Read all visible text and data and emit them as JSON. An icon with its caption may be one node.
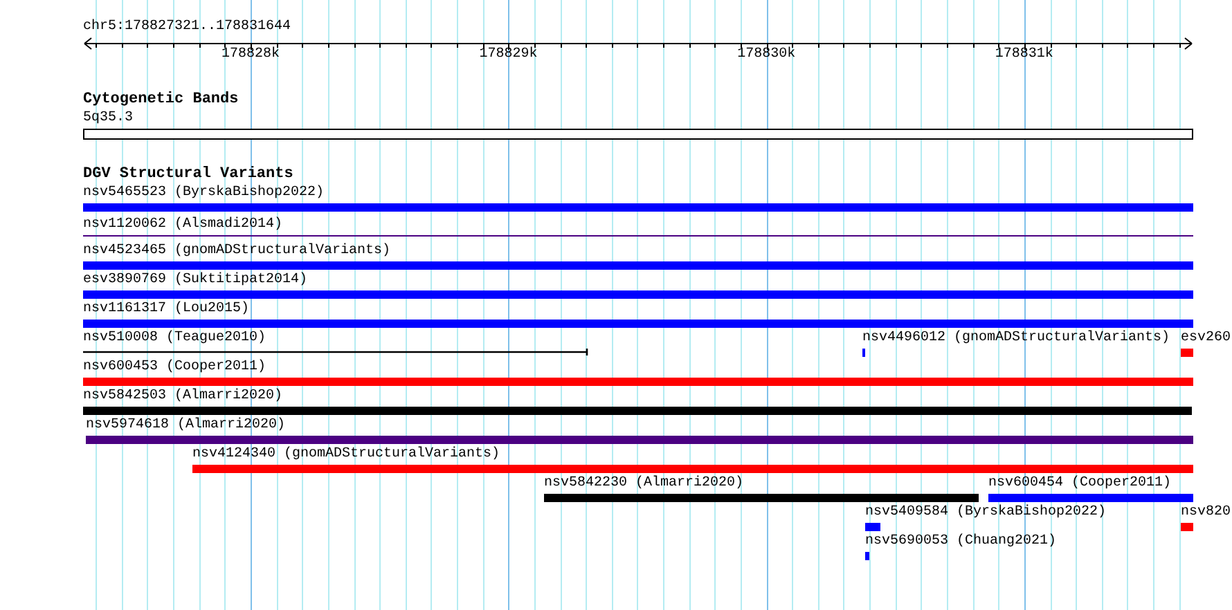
{
  "diagram": {
    "nodes": [
      {
        "text": [
          "Cytogenetic Bands"
        ]
      },
      {
        "text": [
          "5q35.3"
        ],
        "in": 0
      },
      {
        "text": [
          "DGV Structural Variants"
        ]
      },
      {
        "text": [
          "nsv5465523 (ByrskaBishop2022)"
        ],
        "in": 2
      },
      {
        "text": [
          "nsv1120062 (Alsmadi2014)"
        ],
        "in": 2
      },
      {
        "text": [
          "nsv4523465 (gnomADStructuralVariants)"
        ],
        "in": 2
      },
      {
        "text": [
          "esv3890769 (Suktitipat2014)"
        ],
        "in": 2
      },
      {
        "text": [
          "nsv1161317 (Lou2015)"
        ],
        "in": 2
      },
      {
        "text": [
          "nsv510008 (Teague2010)"
        ],
        "in": 2
      },
      {
        "text": [
          "nsv4496012 (gnomADStructuralVariants)"
        ],
        "in": 2
      },
      {
        "text": [
          "esv260"
        ],
        "in": 2
      },
      {
        "text": [
          "nsv600453 (Cooper2011)"
        ],
        "in": 2
      },
      {
        "text": [
          "nsv5842503 (Almarri2020)"
        ],
        "in": 2
      },
      {
        "text": [
          "nsv5974618 (Almarri2020)"
        ],
        "in": 2
      },
      {
        "text": [
          "nsv4124340 (gnomADStructuralVariants)"
        ],
        "in": 2
      },
      {
        "text": [
          "nsv5842230 (Almarri2020)"
        ],
        "in": 2
      },
      {
        "text": [
          "nsv600454 (Cooper2011)"
        ],
        "in": 2
      },
      {
        "text": [
          "nsv5409584 (ByrskaBishop2022)"
        ],
        "in": 2
      },
      {
        "text": [
          "nsv820"
        ],
        "in": 2
      },
      {
        "text": [
          "nsv5690053 (Chuang2021)"
        ],
        "in": 2
      }
    ],
    "labels": [
      "chr5:178827321..178831644",
      "178828k",
      "178829k",
      "178830k",
      "178831k"
    ]
  }
}
